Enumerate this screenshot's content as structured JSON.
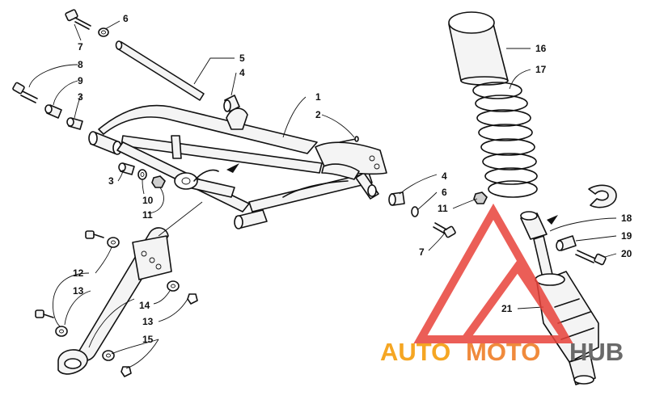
{
  "callouts": [
    {
      "id": "c6a",
      "text": "6"
    },
    {
      "id": "c7a",
      "text": "7"
    },
    {
      "id": "c5",
      "text": "5"
    },
    {
      "id": "c4a",
      "text": "4"
    },
    {
      "id": "c8",
      "text": "8"
    },
    {
      "id": "c9",
      "text": "9"
    },
    {
      "id": "c3a",
      "text": "3"
    },
    {
      "id": "c1",
      "text": "1"
    },
    {
      "id": "c2",
      "text": "2"
    },
    {
      "id": "c3b",
      "text": "3"
    },
    {
      "id": "c10",
      "text": "10"
    },
    {
      "id": "c11a",
      "text": "11"
    },
    {
      "id": "c4b",
      "text": "4"
    },
    {
      "id": "c6b",
      "text": "6"
    },
    {
      "id": "c11b",
      "text": "11"
    },
    {
      "id": "c7b",
      "text": "7"
    },
    {
      "id": "c16",
      "text": "16"
    },
    {
      "id": "c17",
      "text": "17"
    },
    {
      "id": "c18",
      "text": "18"
    },
    {
      "id": "c19",
      "text": "19"
    },
    {
      "id": "c20",
      "text": "20"
    },
    {
      "id": "c21",
      "text": "21"
    },
    {
      "id": "c12",
      "text": "12"
    },
    {
      "id": "c13a",
      "text": "13"
    },
    {
      "id": "c14",
      "text": "14"
    },
    {
      "id": "c13b",
      "text": "13"
    },
    {
      "id": "c15",
      "text": "15"
    }
  ],
  "watermark": {
    "part1": "AUTO",
    "part2": "MOTO",
    "part3": "HUB",
    "color1": "#f5a623",
    "color2": "#f08a3c",
    "color3": "#6a6a6a",
    "logo_color": "#e8423a"
  }
}
